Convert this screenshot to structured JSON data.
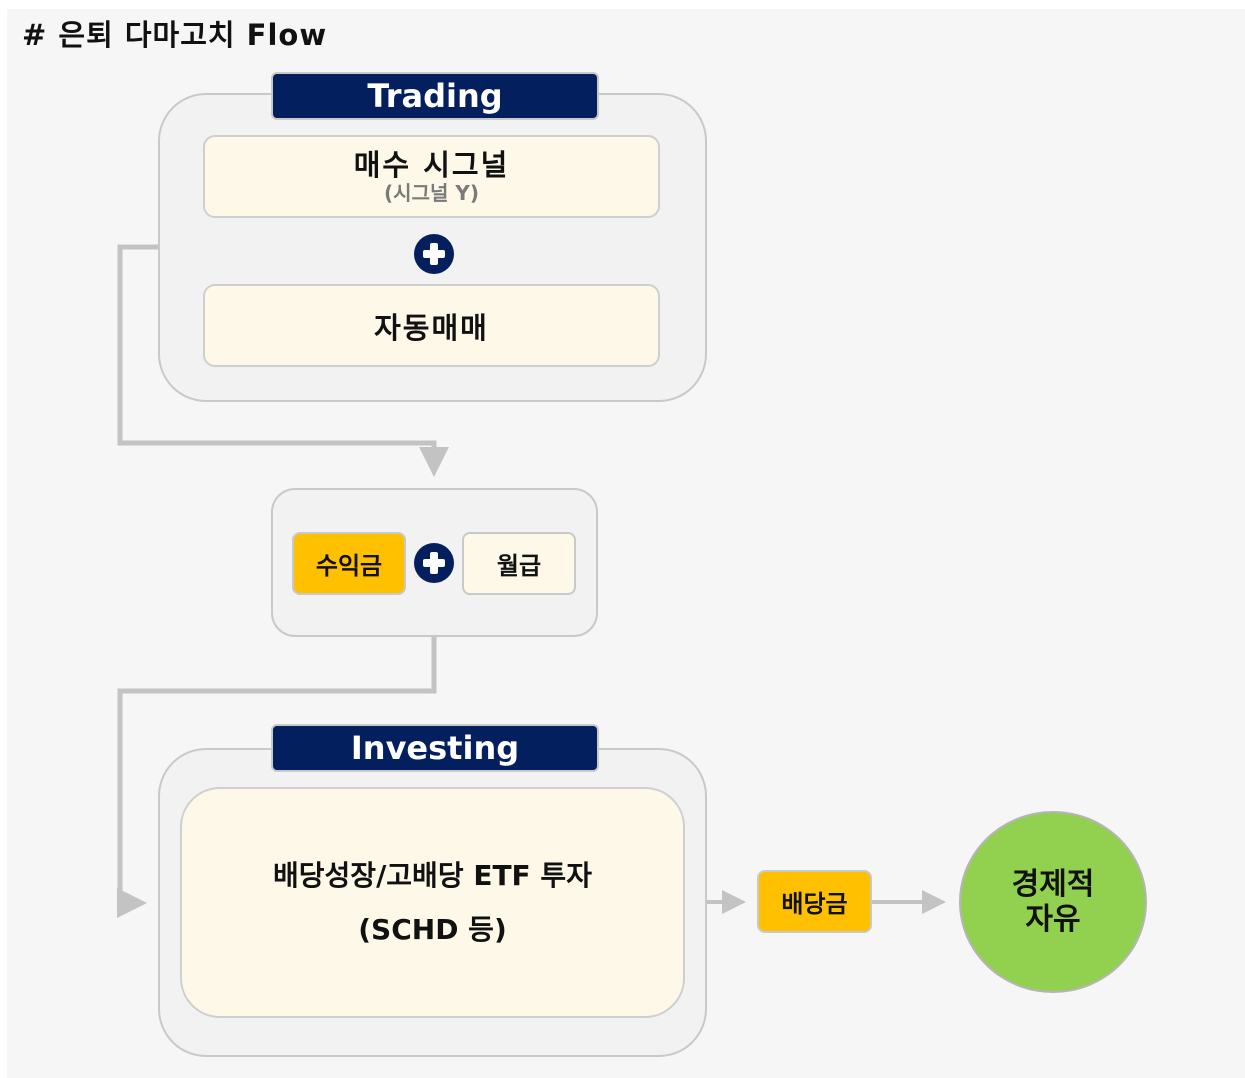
{
  "title": "# 은퇴 다마고치 Flow",
  "trading": {
    "header": "Trading",
    "signal": {
      "label": "매수 시그널",
      "sub": "(시그널 Y)"
    },
    "auto": "자동매매"
  },
  "income": {
    "profit": "수익금",
    "salary": "월급"
  },
  "investing": {
    "header": "Investing",
    "line1": "배당성장/고배당 ETF 투자",
    "line2": "(SCHD 등)"
  },
  "dividend": "배당금",
  "goal": {
    "line1": "경제적",
    "line2": "자유"
  },
  "colors": {
    "header_bg": "#031f5d",
    "card_bg": "#fef8e9",
    "gold": "#ffc000",
    "goal_green": "#92d050",
    "connector": "#c3c3c3"
  },
  "icons": [
    "plus-circle-icon",
    "arrow-down-icon",
    "arrow-right-icon"
  ]
}
